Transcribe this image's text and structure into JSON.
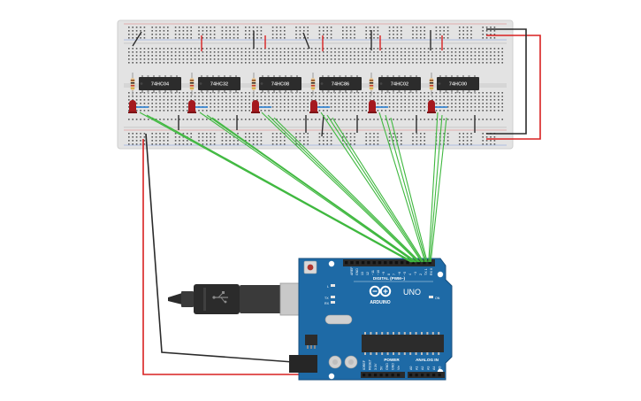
{
  "chips": [
    {
      "label": "74HC04"
    },
    {
      "label": "74HC32"
    },
    {
      "label": "74HC08"
    },
    {
      "label": "74HC86"
    },
    {
      "label": "74HC02"
    },
    {
      "label": "74HC00"
    }
  ],
  "arduino": {
    "brand": "ARDUINO",
    "model": "UNO",
    "digital_label": "DIGITAL (PWM~)",
    "power_label": "POWER",
    "analog_label": "ANALOG IN",
    "aref_label": "AREF",
    "gnd_label": "GND",
    "tx_label": "TX",
    "rx_label": "RX",
    "l_label": "L",
    "on_label": "ON",
    "digital_pins": [
      "13",
      "12",
      "~11",
      "~10",
      "~9",
      "8",
      "7",
      "~6",
      "~5",
      "4",
      "~3",
      "2",
      "TX 1",
      "RX 0"
    ],
    "power_pins": [
      "IOREF",
      "RESET",
      "3.3V",
      "5V",
      "GND",
      "GND",
      "Vin"
    ],
    "analog_pins": [
      "A0",
      "A1",
      "A2",
      "A3",
      "A4",
      "A5"
    ]
  },
  "colors": {
    "breadboard": "#e3e3e3",
    "board": "#1e6aa6",
    "wire_signal": "#3fb83f",
    "wire_power": "#d92121",
    "wire_ground": "#2b2b2b",
    "led": "#a5191e",
    "chip": "#2c2c2c"
  }
}
